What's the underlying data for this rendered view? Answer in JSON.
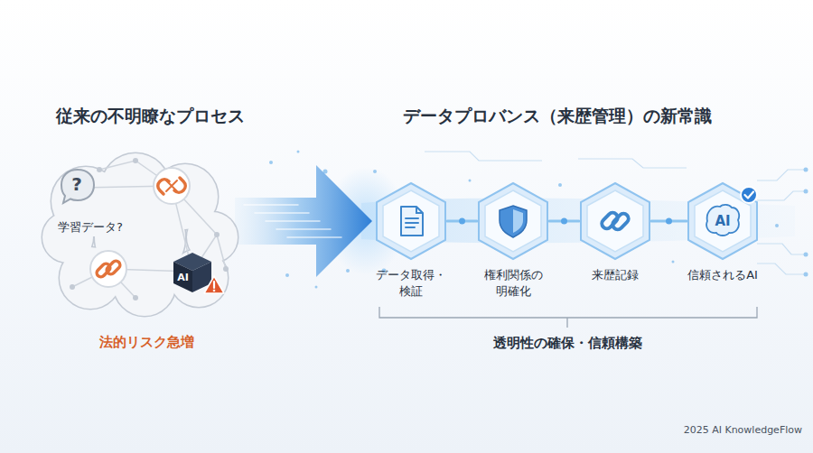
{
  "diagram": {
    "nodes": [
      {
        "text": [
          "学習データ?"
        ]
      },
      {
        "text": [
          "?"
        ],
        "in": 0
      },
      {
        "text": [
          "AI"
        ],
        "in": 0
      },
      {
        "text": [
          "データ取得・検証"
        ]
      },
      {
        "text": [
          "権利関係の明確化"
        ]
      },
      {
        "text": [
          "来歴記録"
        ]
      },
      {
        "text": [
          "AI",
          "信頼されるAI"
        ]
      }
    ],
    "edges": [
      {
        "from": 0,
        "to": 3,
        "arrow": "to"
      },
      {
        "from": 3,
        "to": 4,
        "arrow": "none"
      },
      {
        "from": 4,
        "to": 5,
        "arrow": "none"
      },
      {
        "from": 5,
        "to": 6,
        "arrow": "none"
      }
    ],
    "labels": [
      "従来の不明瞭なプロセス",
      "データプロバンス（来歴管理）の新常識",
      "法的リスク急増",
      "透明性の確保・信頼構築",
      "2025 AI KnowledgeFlow"
    ]
  }
}
